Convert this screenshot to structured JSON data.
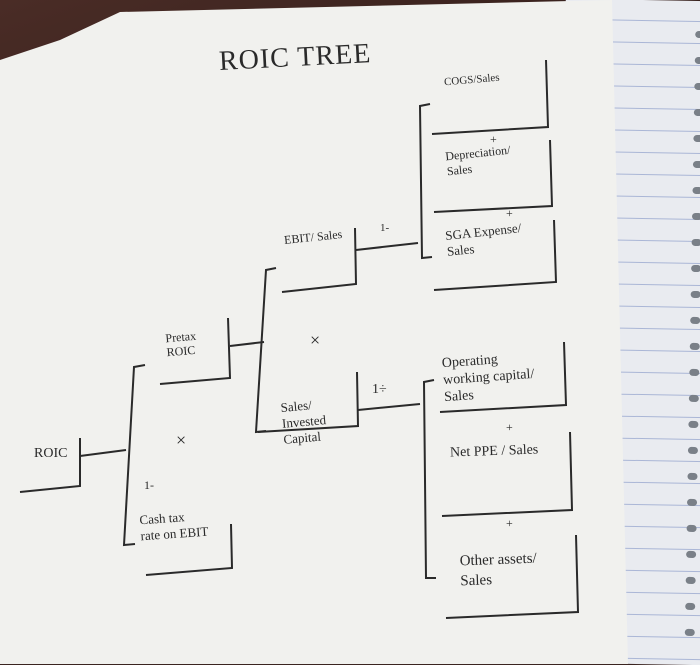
{
  "title": "ROIC TREE",
  "nodes": {
    "roic": "ROIC",
    "pretax_roic": [
      "Pretax",
      "ROIC"
    ],
    "cash_tax_prefix": "1-",
    "cash_tax": [
      "Cash tax",
      "rate on EBIT"
    ],
    "times_1": "×",
    "ebit_sales": "EBIT/ Sales",
    "times_2": "×",
    "sales_ic": [
      "Sales/",
      "Invested",
      "Capital"
    ],
    "one_minus": "1-",
    "one_div": "1÷",
    "cogs": "COGS/Sales",
    "plus_1": "+",
    "depreciation": [
      "Depreciation/",
      "Sales"
    ],
    "plus_2": "+",
    "sga": [
      "SGA Expense/",
      "Sales"
    ],
    "opwc": [
      "Operating",
      "working capital/",
      "Sales"
    ],
    "plus_3": "+",
    "net_ppe": "Net PPE / Sales",
    "plus_4": "+",
    "other_assets": [
      "Other assets/",
      "Sales"
    ]
  }
}
